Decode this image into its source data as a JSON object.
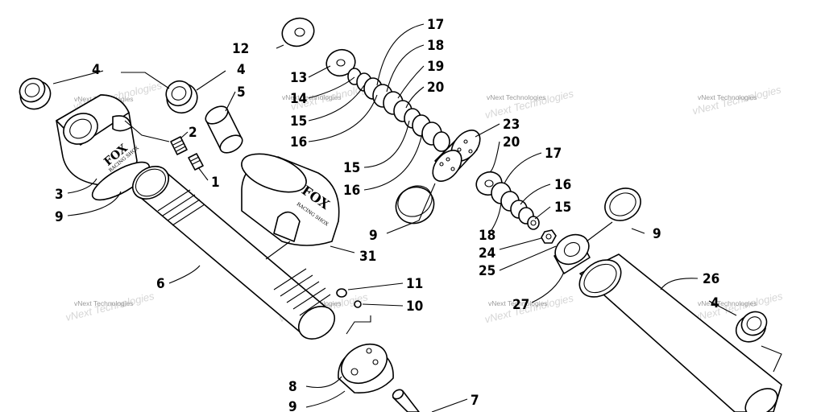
{
  "watermark": {
    "text": "vNext Technologies"
  },
  "brand": {
    "name": "FOX",
    "subtitle": "RACING SHOX"
  },
  "callouts": {
    "p1": "1",
    "p2": "2",
    "p3": "3",
    "p4a": "4",
    "p4b": "4",
    "p4c": "4",
    "p5": "5",
    "p6": "6",
    "p7": "7",
    "p8": "8",
    "p9a": "9",
    "p9b": "9",
    "p9c": "9",
    "p9d": "9",
    "p10": "10",
    "p11": "11",
    "p12": "12",
    "p13": "13",
    "p14": "14",
    "p15a": "15",
    "p15b": "15",
    "p15c": "15",
    "p16a": "16",
    "p16b": "16",
    "p16c": "16",
    "p17a": "17",
    "p17b": "17",
    "p18a": "18",
    "p18b": "18",
    "p19": "19",
    "p20a": "20",
    "p20b": "20",
    "p23": "23",
    "p24": "24",
    "p25": "25",
    "p26": "26",
    "p27": "27",
    "p31": "31"
  }
}
